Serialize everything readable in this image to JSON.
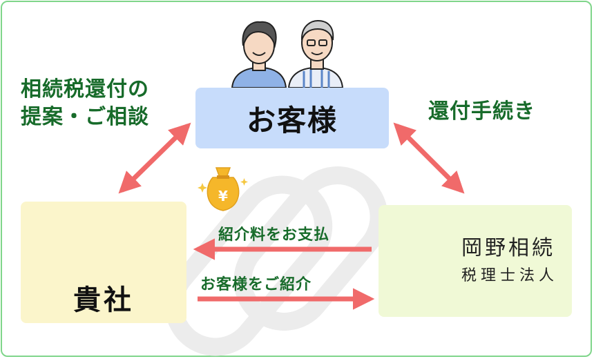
{
  "customer": {
    "label": "お客様"
  },
  "company": {
    "label": "貴社"
  },
  "firm": {
    "name_line1": "岡野相続",
    "name_line2": "税理士法人"
  },
  "left_caption": {
    "line1": "相続税還付の",
    "line2": "提案・ご相談"
  },
  "right_caption": "還付手続き",
  "flows": {
    "fee_payment": "紹介料をお支払",
    "introduce_customer": "お客様をご紹介"
  },
  "money_bag_symbol": "¥",
  "colors": {
    "frame": "#7fd58a",
    "caption_green": "#176b2a",
    "arrow_red": "#f06a6a",
    "customer_box": "#c7dcfb",
    "company_box": "#fbf5cb",
    "firm_box": "#f0f9d6",
    "logo_green": "#1e8a35",
    "logo_lime": "#9ccc3c"
  }
}
